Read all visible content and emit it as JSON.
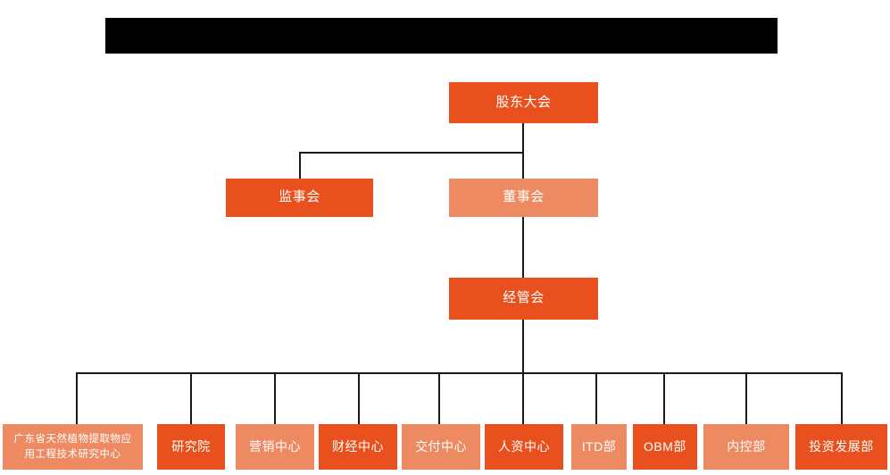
{
  "page": {
    "background_color": "#ffffff",
    "title_banner": {
      "label": "",
      "redacted": true,
      "color": "#000000"
    }
  },
  "palette": {
    "dark_orange": "#E8511D",
    "light_orange": "#EE8A61",
    "connector": "#1a1a1a",
    "text": "#ffffff"
  },
  "chart_data": {
    "type": "diagram",
    "diagram_type": "organization-chart",
    "title": "",
    "orientation": "top-down",
    "levels": [
      {
        "level": 1,
        "nodes": [
          {
            "id": "shareholders",
            "label": "股东大会",
            "shade": "dark"
          }
        ]
      },
      {
        "level": 2,
        "nodes": [
          {
            "id": "supervisors",
            "label": "监事会",
            "shade": "dark"
          },
          {
            "id": "directors",
            "label": "董事会",
            "shade": "light"
          }
        ]
      },
      {
        "level": 3,
        "nodes": [
          {
            "id": "management",
            "label": "经管会",
            "shade": "dark"
          }
        ]
      },
      {
        "level": 4,
        "nodes": [
          {
            "id": "research-center",
            "label_line1": "广东省天然植物提取物应",
            "label_line2": "用工程技术研究中心",
            "shade": "light"
          },
          {
            "id": "institute",
            "label": "研究院",
            "shade": "dark"
          },
          {
            "id": "marketing",
            "label": "营销中心",
            "shade": "light"
          },
          {
            "id": "finance",
            "label": "财经中心",
            "shade": "dark"
          },
          {
            "id": "delivery",
            "label": "交付中心",
            "shade": "light"
          },
          {
            "id": "hr",
            "label": "人资中心",
            "shade": "dark"
          },
          {
            "id": "itd",
            "label": "ITD部",
            "shade": "light"
          },
          {
            "id": "obm",
            "label": "OBM部",
            "shade": "dark"
          },
          {
            "id": "internal-control",
            "label": "内控部",
            "shade": "light"
          },
          {
            "id": "investment",
            "label": "投资发展部",
            "shade": "dark"
          }
        ]
      }
    ],
    "edges": [
      {
        "from": "shareholders",
        "to": "supervisors"
      },
      {
        "from": "shareholders",
        "to": "directors"
      },
      {
        "from": "directors",
        "to": "management"
      },
      {
        "from": "management",
        "to": "research-center"
      },
      {
        "from": "management",
        "to": "institute"
      },
      {
        "from": "management",
        "to": "marketing"
      },
      {
        "from": "management",
        "to": "finance"
      },
      {
        "from": "management",
        "to": "delivery"
      },
      {
        "from": "management",
        "to": "hr"
      },
      {
        "from": "management",
        "to": "itd"
      },
      {
        "from": "management",
        "to": "obm"
      },
      {
        "from": "management",
        "to": "internal-control"
      },
      {
        "from": "management",
        "to": "investment"
      }
    ]
  },
  "nodes": {
    "shareholders": {
      "label": "股东大会"
    },
    "supervisors": {
      "label": "监事会"
    },
    "directors": {
      "label": "董事会"
    },
    "management": {
      "label": "经管会"
    },
    "research_center": {
      "line1": "广东省天然植物提取物应",
      "line2": "用工程技术研究中心"
    },
    "institute": {
      "label": "研究院"
    },
    "marketing": {
      "label": "营销中心"
    },
    "finance": {
      "label": "财经中心"
    },
    "delivery": {
      "label": "交付中心"
    },
    "hr": {
      "label": "人资中心"
    },
    "itd": {
      "label": "ITD部"
    },
    "obm": {
      "label": "OBM部"
    },
    "internal_control": {
      "label": "内控部"
    },
    "investment": {
      "label": "投资发展部"
    }
  }
}
